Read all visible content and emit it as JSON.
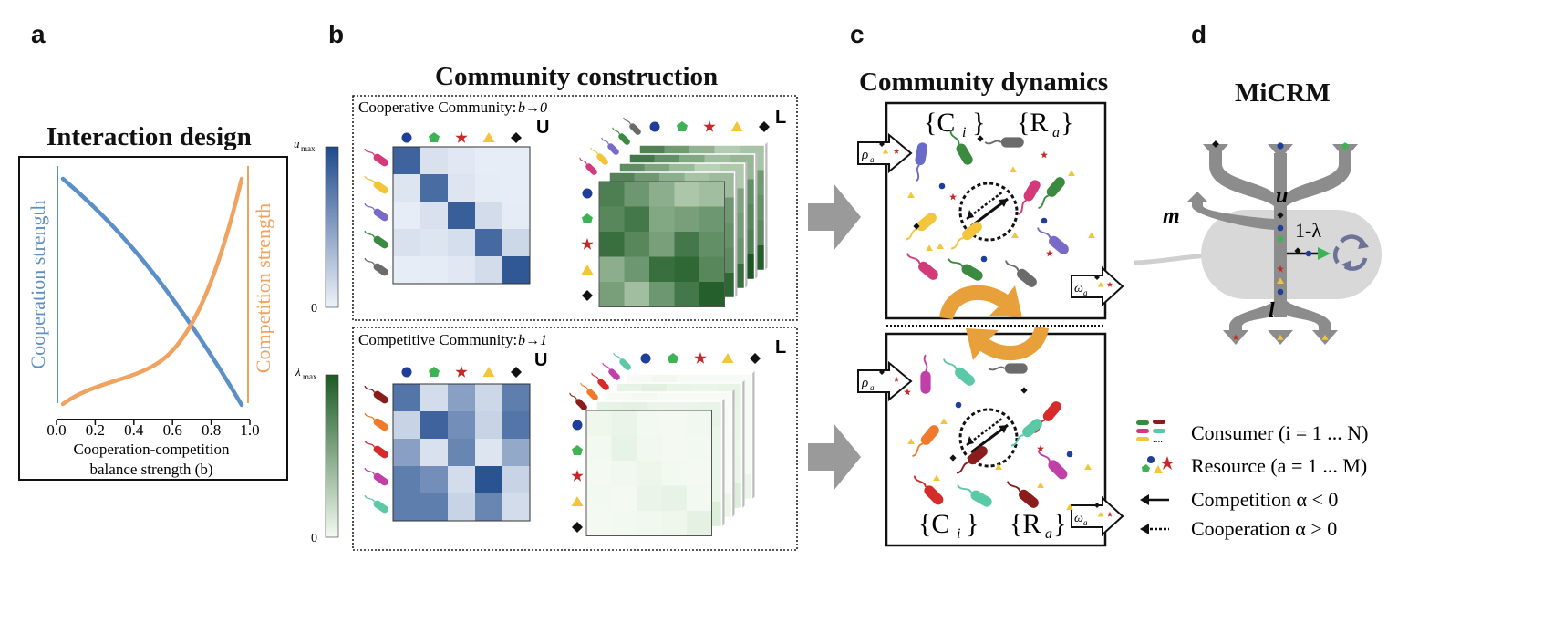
{
  "panels": {
    "a": {
      "letter": "a",
      "title": "Interaction design",
      "left_label": "Cooperation strength",
      "right_label": "Competition strength",
      "x_ticks": [
        "0.0",
        "0.2",
        "0.4",
        "0.6",
        "0.8",
        "1.0"
      ],
      "xlabel_line1": "Cooperation-competition",
      "xlabel_line2": "balance strength (b)",
      "colors": {
        "cooperation": "#5b8fc7",
        "competition": "#f0a25f"
      }
    },
    "b": {
      "letter": "b",
      "title": "Community construction",
      "coop_label": "Cooperative Community:",
      "coop_limit": "b→0",
      "comp_label": "Competitive Community:",
      "comp_limit": "b→1",
      "U_label": "U",
      "L_label": "L",
      "u_scale_top": "u",
      "u_scale_top_sub": "max",
      "lambda_scale_top": "λ",
      "lambda_scale_top_sub": "max",
      "scale_bottom": "0",
      "coop_U": [
        [
          0.85,
          0.12,
          0.08,
          0.05,
          0.05
        ],
        [
          0.1,
          0.8,
          0.1,
          0.06,
          0.05
        ],
        [
          0.05,
          0.12,
          0.88,
          0.15,
          0.06
        ],
        [
          0.12,
          0.1,
          0.14,
          0.82,
          0.18
        ],
        [
          0.05,
          0.06,
          0.08,
          0.15,
          0.92
        ]
      ],
      "comp_U": [
        [
          0.75,
          0.15,
          0.5,
          0.18,
          0.7
        ],
        [
          0.2,
          0.85,
          0.6,
          0.2,
          0.75
        ],
        [
          0.5,
          0.12,
          0.65,
          0.1,
          0.45
        ],
        [
          0.7,
          0.6,
          0.15,
          0.95,
          0.2
        ],
        [
          0.7,
          0.7,
          0.2,
          0.65,
          0.15
        ]
      ],
      "coop_L": [
        [
          0.75,
          0.6,
          0.45,
          0.3,
          0.35
        ],
        [
          0.7,
          0.8,
          0.5,
          0.55,
          0.6
        ],
        [
          0.85,
          0.7,
          0.55,
          0.8,
          0.65
        ],
        [
          0.45,
          0.6,
          0.85,
          0.9,
          0.7
        ],
        [
          0.55,
          0.35,
          0.6,
          0.8,
          0.95
        ]
      ],
      "comp_L": [
        [
          0.05,
          0.08,
          0.03,
          0.02,
          0.04
        ],
        [
          0.03,
          0.1,
          0.04,
          0.02,
          0.03
        ],
        [
          0.02,
          0.04,
          0.06,
          0.03,
          0.02
        ],
        [
          0.03,
          0.02,
          0.08,
          0.1,
          0.03
        ],
        [
          0.02,
          0.03,
          0.04,
          0.05,
          0.12
        ]
      ]
    },
    "c": {
      "letter": "c",
      "title": "Community dynamics",
      "C_label": "{C",
      "C_sub": "i",
      "R_label": "{R",
      "R_sub": "a",
      "rho": "ρ",
      "rho_sub": "a",
      "omega": "ω",
      "omega_sub": "a"
    },
    "d": {
      "letter": "d",
      "title": "MiCRM",
      "u": "u",
      "m": "m",
      "l": "l",
      "one_minus_lambda": "1-λ"
    }
  },
  "legend": {
    "consumer": "Consumer (i = 1 ... N)",
    "resource": "Resource (a = 1 ... M)",
    "competition": "Competition α < 0",
    "cooperation": "Cooperation α > 0"
  }
}
